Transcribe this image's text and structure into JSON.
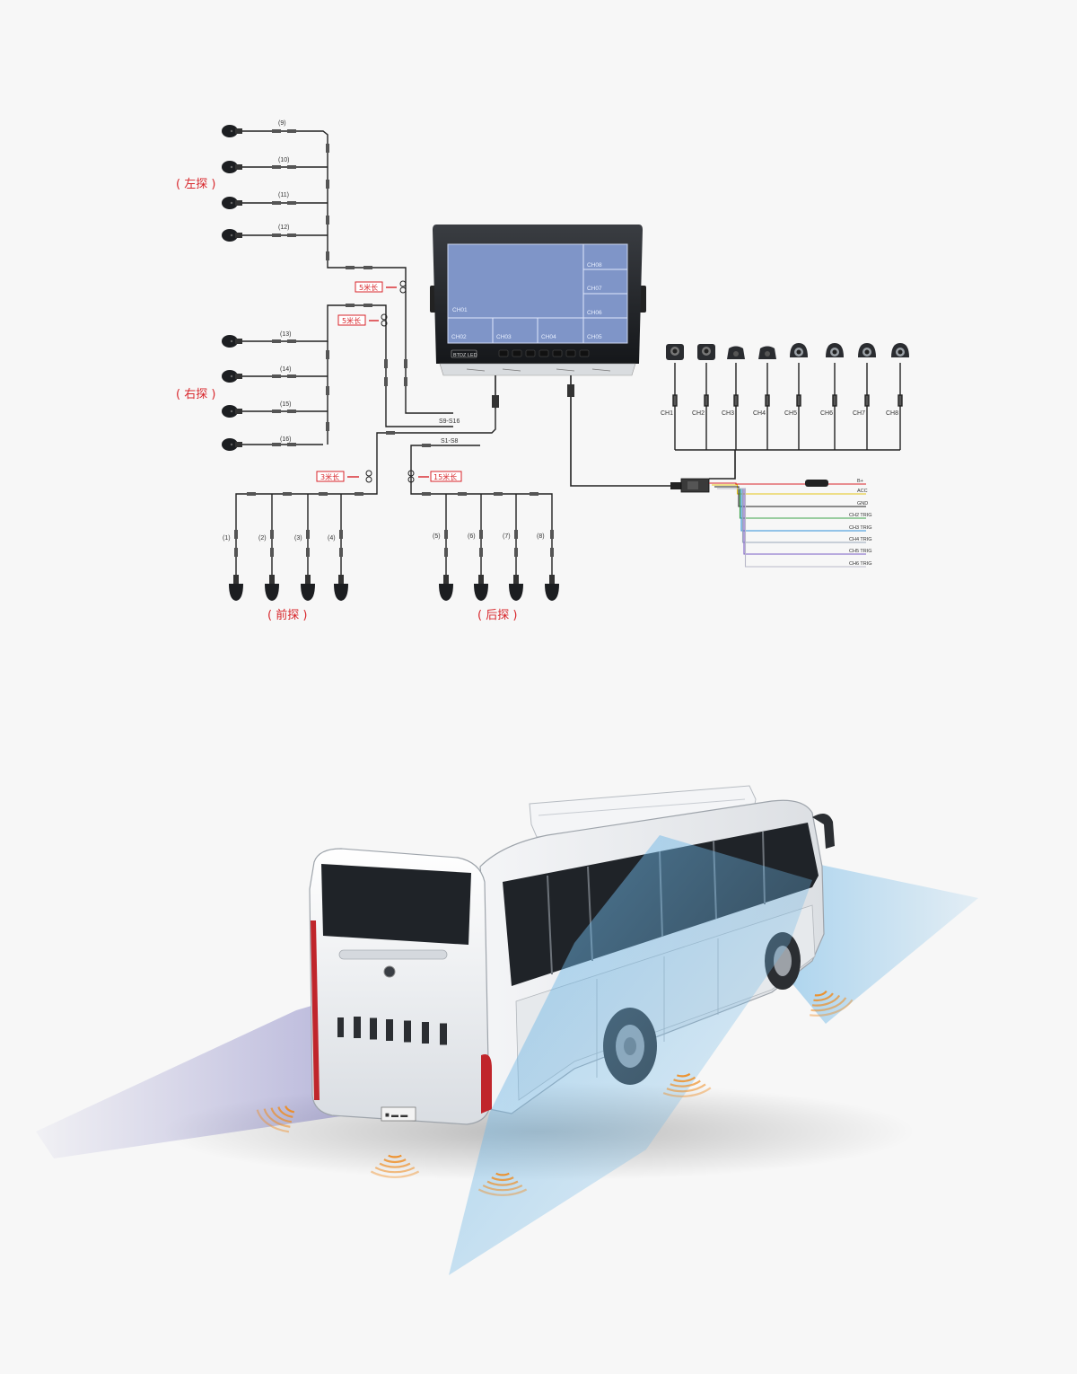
{
  "diagram": {
    "groups": {
      "left": "( 左探 )",
      "right": "( 右探 )",
      "front": "( 前探 )",
      "rear": "( 后探 )"
    },
    "sensor_numbers": {
      "left": [
        "(9)",
        "(10)",
        "(11)",
        "(12)"
      ],
      "right": [
        "(13)",
        "(14)",
        "(15)",
        "(16)"
      ],
      "front": [
        "(1)",
        "(2)",
        "(3)",
        "(4)"
      ],
      "rear": [
        "(5)",
        "(6)",
        "(7)",
        "(8)"
      ]
    },
    "cable_lengths": {
      "left": "5米长",
      "right": "5米长",
      "front": "3米长",
      "rear": "15米长"
    },
    "bus_labels": {
      "upper": "S9-S16",
      "lower": "S1-S8"
    },
    "monitor": {
      "brand": "BTDZ LED",
      "tiles": [
        "CH01",
        "CH02",
        "CH03",
        "CH04",
        "CH05",
        "CH06",
        "CH07",
        "CH08"
      ]
    },
    "camera_channels": [
      "CH1",
      "CH2",
      "CH3",
      "CH4",
      "CH5",
      "CH6",
      "CH7",
      "CH8"
    ],
    "wires": [
      {
        "label": "B+",
        "color": "#d8262b"
      },
      {
        "label": "ACC",
        "color": "#e6c619"
      },
      {
        "label": "GND",
        "color": "#222222"
      },
      {
        "label": "CH2 TRIG",
        "color": "#3ba34a"
      },
      {
        "label": "CH3 TRIG",
        "color": "#2f8fd8"
      },
      {
        "label": "CH4 TRIG",
        "color": "#9aa7b8"
      },
      {
        "label": "CH5 TRIG",
        "color": "#7a5cc4"
      },
      {
        "label": "CH6 TRIG",
        "color": "#b8b8c8"
      }
    ]
  },
  "colors": {
    "screen": "#7f95c8",
    "wave": "#f08a1c",
    "beam_blue": "#6fb7e6",
    "beam_purple": "#5a56b0"
  }
}
